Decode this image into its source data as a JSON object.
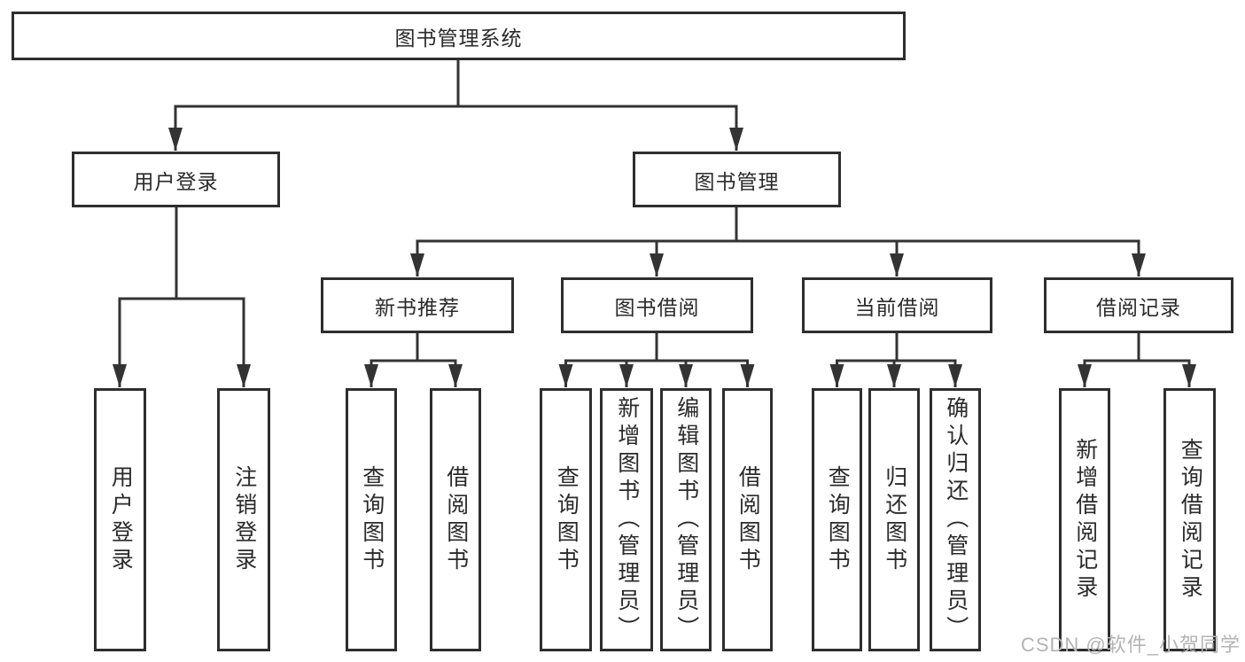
{
  "root": {
    "label": "图书管理系统"
  },
  "level2": [
    {
      "label": "用户登录"
    },
    {
      "label": "图书管理"
    }
  ],
  "level3": [
    {
      "label": "新书推荐"
    },
    {
      "label": "图书借阅"
    },
    {
      "label": "当前借阅"
    },
    {
      "label": "借阅记录"
    }
  ],
  "leaves": {
    "user_login": [
      {
        "label": "用户登录"
      },
      {
        "label": "注销登录"
      }
    ],
    "new_books": [
      {
        "label": "查询图书"
      },
      {
        "label": "借阅图书"
      }
    ],
    "book_borrow": [
      {
        "label": "查询图书"
      },
      {
        "label": "新增图书（管理员）"
      },
      {
        "label": "编辑图书（管理员）"
      },
      {
        "label": "借阅图书"
      }
    ],
    "current_borrow": [
      {
        "label": "查询图书"
      },
      {
        "label": "归还图书"
      },
      {
        "label": "确认归还（管理员）"
      }
    ],
    "borrow_records": [
      {
        "label": "新增借阅记录"
      },
      {
        "label": "查询借阅记录"
      }
    ]
  },
  "watermark": "CSDN @软件_小贺同学",
  "colors": {
    "line": "#333333",
    "box_border": "#2e2e2e",
    "watermark": "#b3b3b3"
  }
}
